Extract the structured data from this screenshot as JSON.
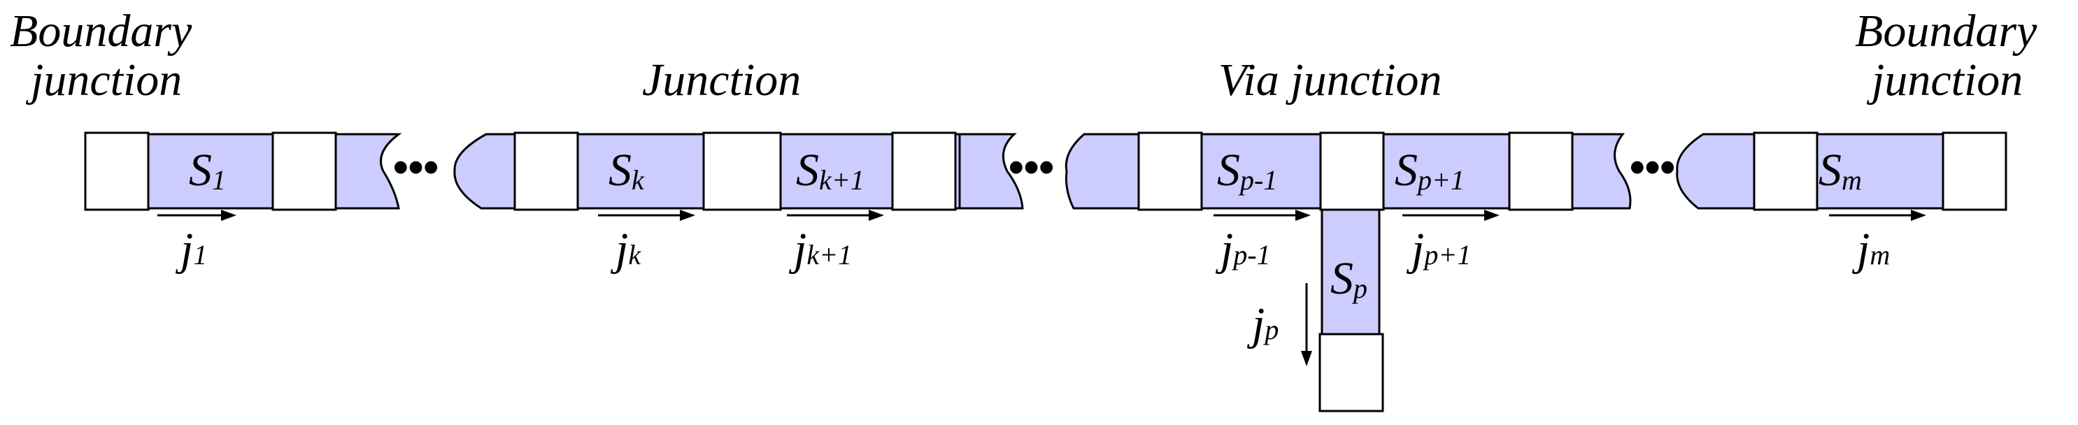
{
  "colors": {
    "segment_fill": "#ccccff",
    "junction_fill": "#ffffff",
    "stroke": "#000000"
  },
  "headings": {
    "boundary_left": [
      "Boundary",
      "junction"
    ],
    "junction": "Junction",
    "via_junction": "Via junction",
    "boundary_right": [
      "Boundary",
      "junction"
    ]
  },
  "ellipsis": "•••",
  "segments": {
    "s1": {
      "main": "S",
      "sub": "1"
    },
    "sk": {
      "main": "S",
      "sub": "k"
    },
    "sk1": {
      "main": "S",
      "sub": "k+1"
    },
    "sp_1": {
      "main": "S",
      "sub": "p-1"
    },
    "sp1": {
      "main": "S",
      "sub": "p+1"
    },
    "sm": {
      "main": "S",
      "sub": "m"
    },
    "sp": {
      "main": "S",
      "sub": "p"
    }
  },
  "currents": {
    "j1": {
      "main": "j",
      "sub": "1"
    },
    "jk": {
      "main": "j",
      "sub": "k"
    },
    "jk1": {
      "main": "j",
      "sub": "k+1"
    },
    "jp_1": {
      "main": "j",
      "sub": "p-1"
    },
    "jp1": {
      "main": "j",
      "sub": "p+1"
    },
    "jm": {
      "main": "j",
      "sub": "m"
    },
    "jp": {
      "main": "j",
      "sub": "p"
    }
  }
}
